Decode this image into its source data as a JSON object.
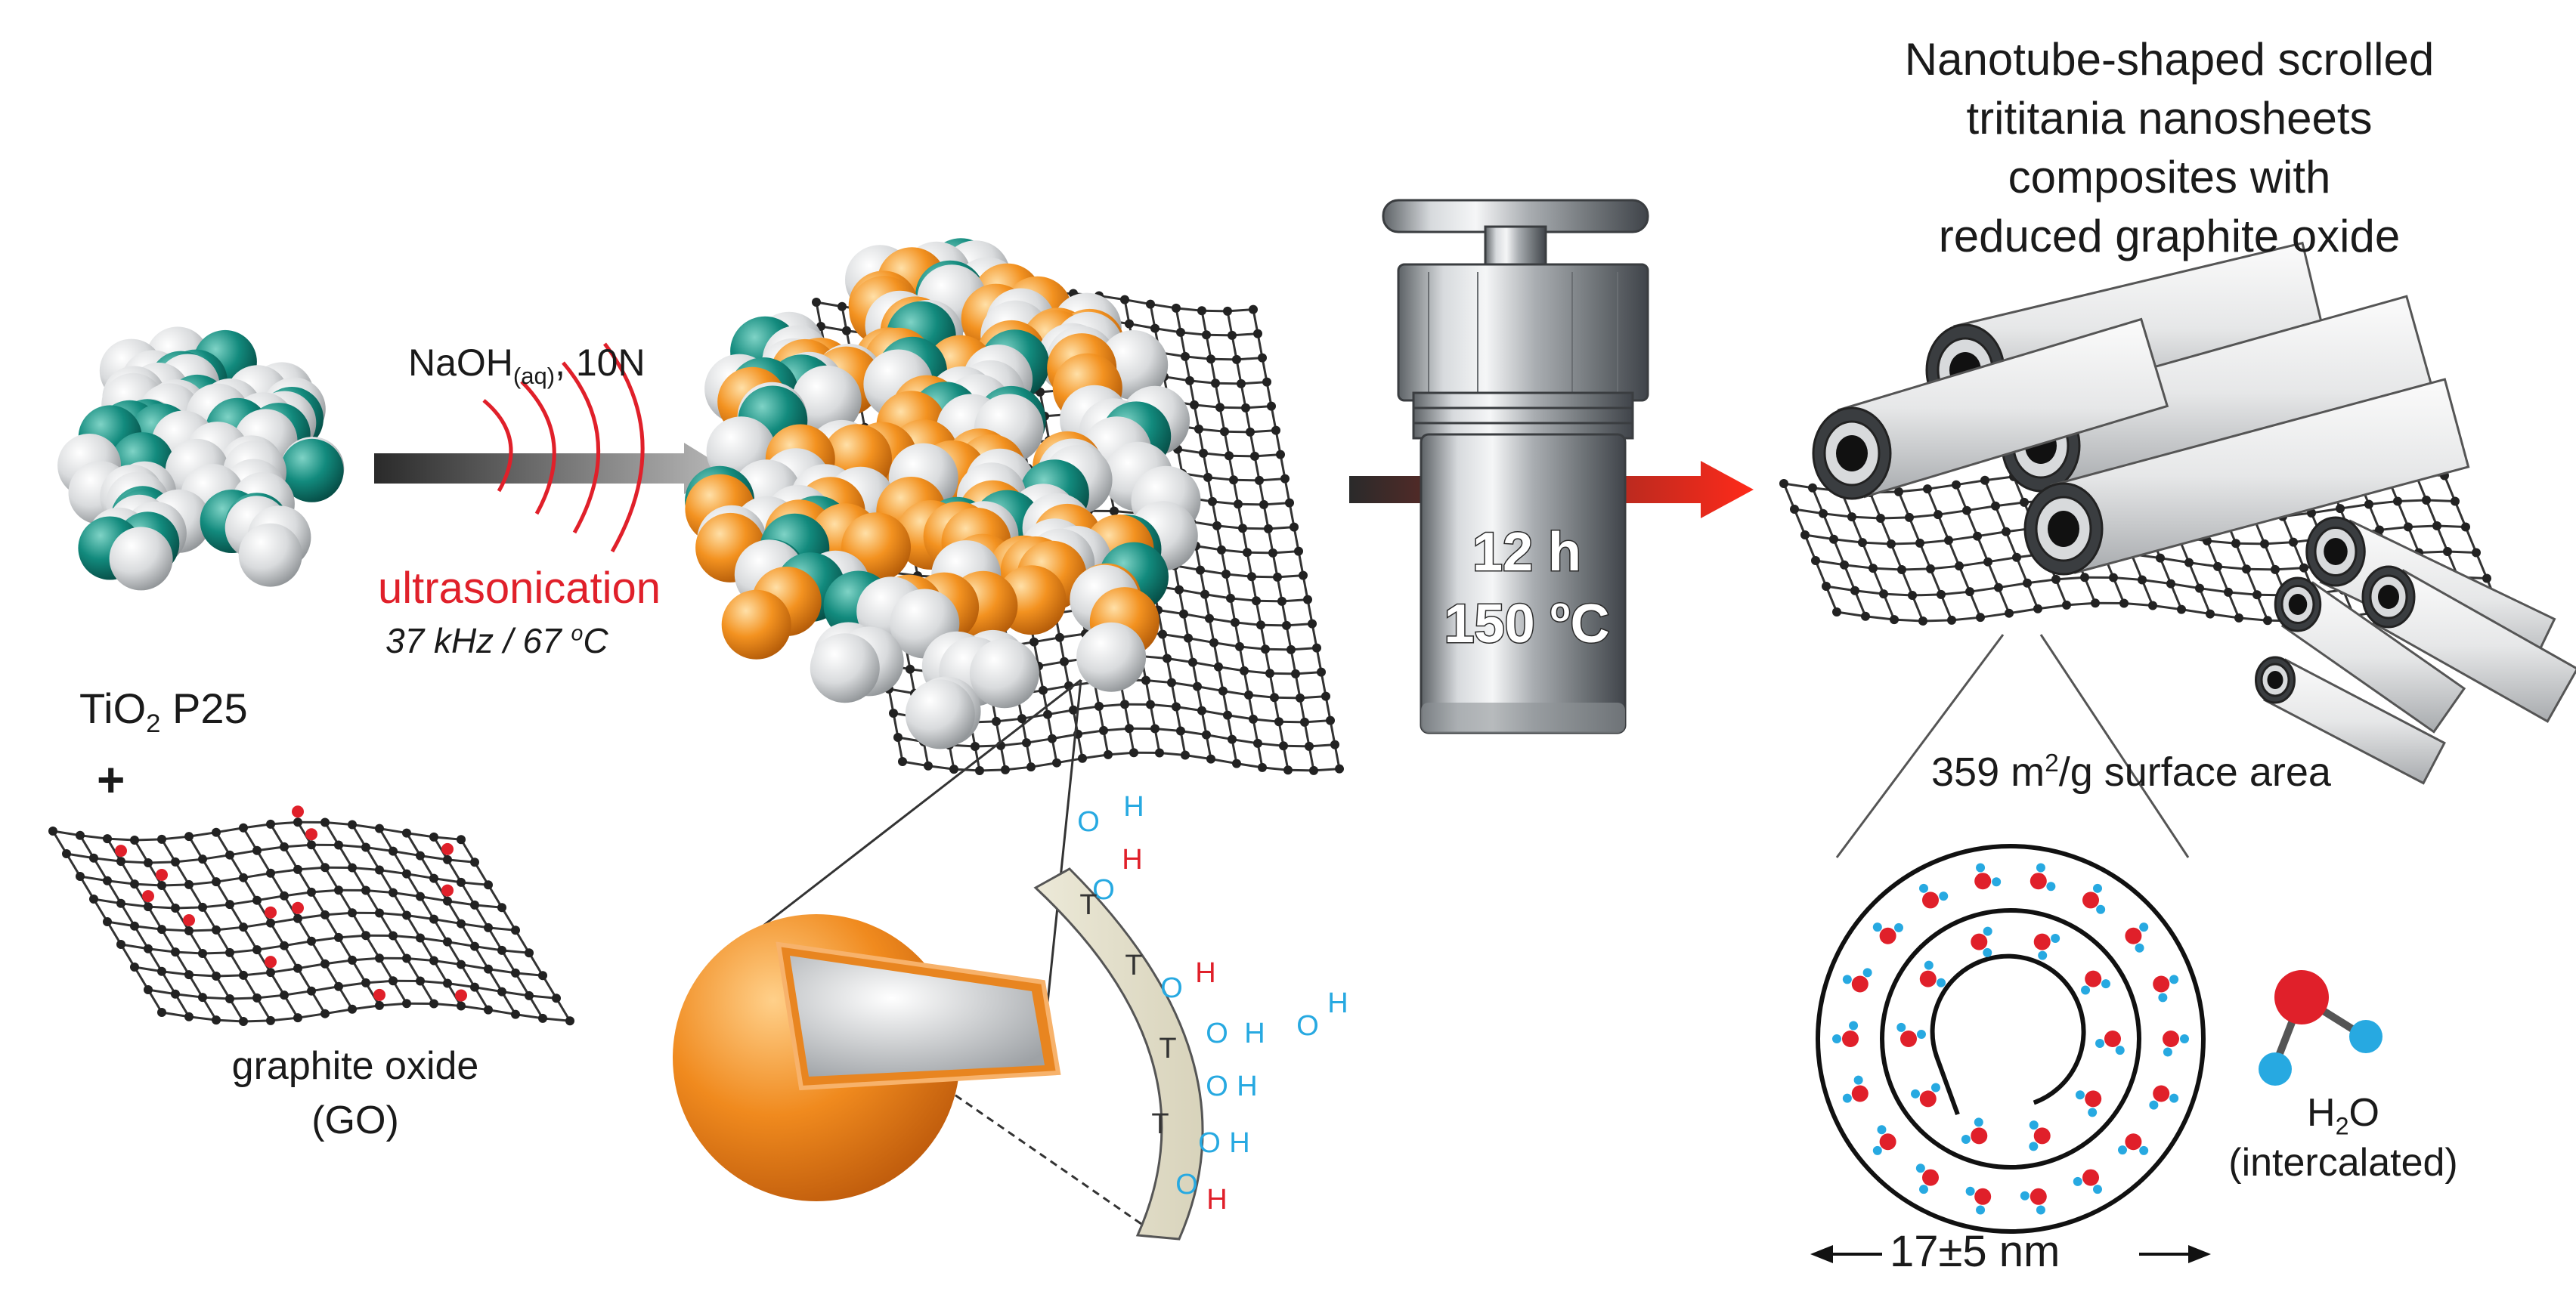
{
  "title": {
    "lines": [
      "Nanotube-shaped scrolled",
      "trititania nanosheets",
      "composites with",
      "reduced graphite oxide"
    ]
  },
  "reagent": {
    "prefix": "NaOH",
    "subscript": "(aq)",
    "suffix": ", 10N"
  },
  "ultrasonication": {
    "label": "ultrasonication",
    "conditions_a": "37 kHz / 67 ",
    "conditions_sup": "o",
    "conditions_b": "C",
    "color": "#e0202a"
  },
  "starting_material": {
    "tio2_a": "TiO",
    "tio2_sub": "2",
    "tio2_b": " P25",
    "plus": "+",
    "go_name": "graphite oxide",
    "go_abbrev": "(GO)"
  },
  "autoclave": {
    "time": "12 h",
    "temp_a": "150 ",
    "temp_sup": "o",
    "temp_b": "C"
  },
  "surface_area": {
    "prefix": "359 m",
    "sup": "2",
    "suffix": "/g surface area"
  },
  "diameter": {
    "label": "17±5 nm"
  },
  "water": {
    "formula_a": "H",
    "formula_sub": "2",
    "formula_b": "O",
    "note": "(intercalated)"
  },
  "colors": {
    "teal": "#0f8a7e",
    "orange": "#f39220",
    "gray": "#d6d8da",
    "oxygen_red": "#e0202a",
    "hydrogen_blue": "#27a9e1"
  },
  "surface_chem": {
    "o": "O",
    "h": "H",
    "ti": "T"
  }
}
